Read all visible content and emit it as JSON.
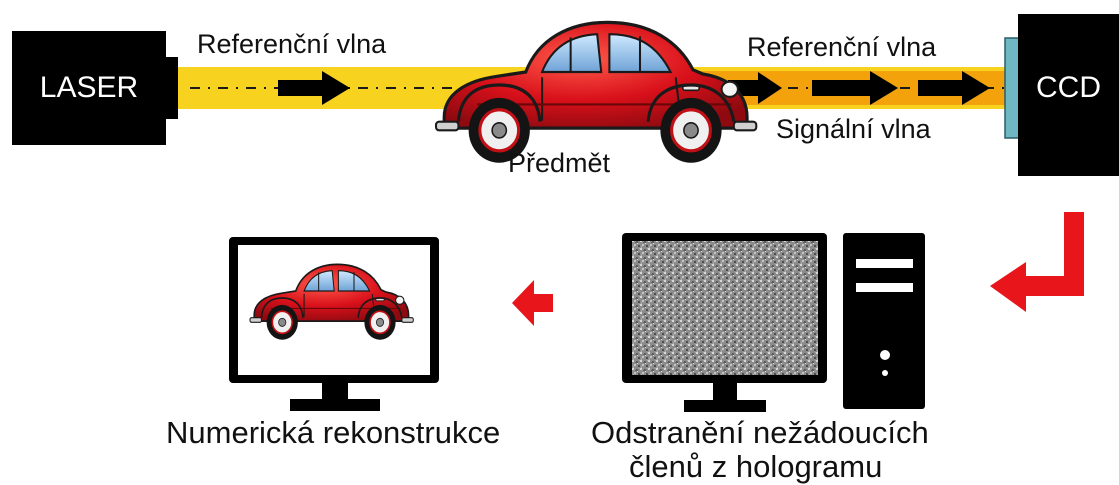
{
  "laser_label": "LASER",
  "ccd_label": "CCD",
  "reference_wave_top_left": "Referenční vlna",
  "reference_wave_top_right": "Referenční vlna",
  "signal_wave_label": "Signální vlna",
  "object_label": "Předmět",
  "reconstruction_label": "Numerická rekonstrukce",
  "hologram_step_line1": "Odstranění nežádoucích",
  "hologram_step_line2": "členů z hologramu",
  "colors": {
    "beam": "#f7d21e",
    "signal_beam": "#f3a20c",
    "arrow_red": "#e8151b",
    "device_black": "#000000",
    "ccd_sensor": "#6fb7c2",
    "car_red": "#d8101a"
  }
}
